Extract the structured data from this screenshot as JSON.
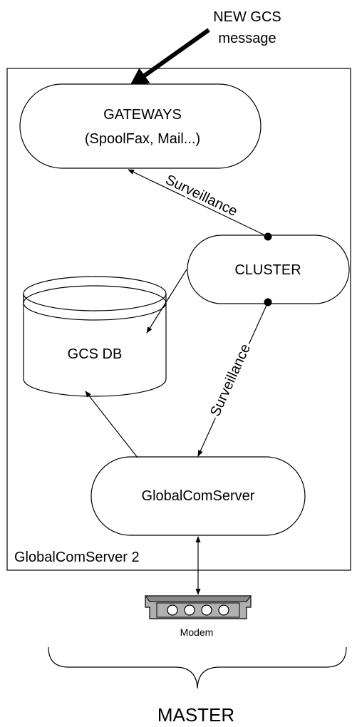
{
  "incoming": {
    "line1": "NEW GCS",
    "line2": "message"
  },
  "gateways": {
    "line1": "GATEWAYS",
    "line2": "(SpoolFax, Mail...)"
  },
  "cluster": {
    "label": "CLUSTER"
  },
  "database": {
    "label": "GCS DB"
  },
  "server": {
    "label": "GlobalComServer"
  },
  "container": {
    "label": "GlobalComServer 2"
  },
  "links": {
    "surveillance_upper": "Surveillance",
    "surveillance_lower": "Surveillance"
  },
  "modem": {
    "label": "Modem"
  },
  "group": {
    "label": "MASTER"
  },
  "colors": {
    "line": "#000000",
    "background": "#ffffff",
    "modem_body": "#b0b0b0"
  }
}
